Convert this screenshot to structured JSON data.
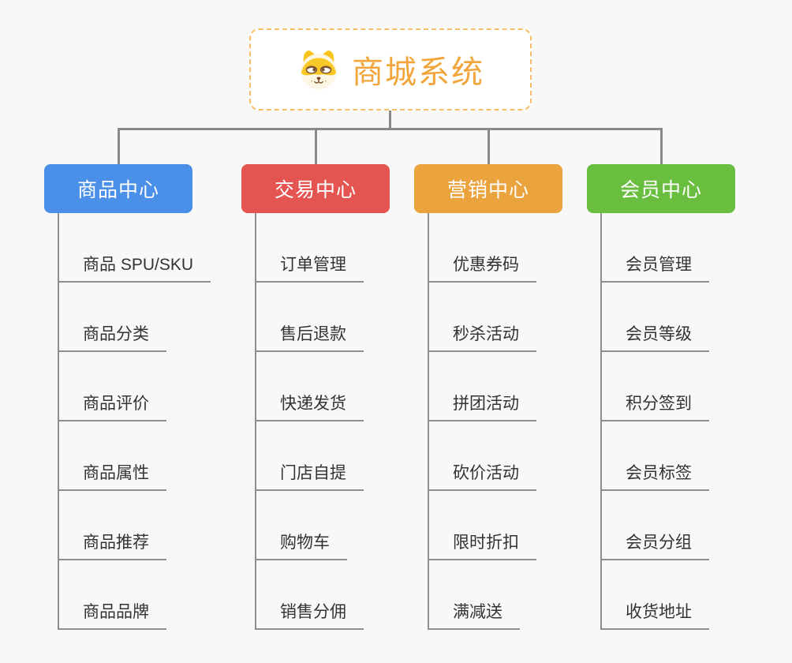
{
  "page": {
    "background_color": "#f8f8f8",
    "connector_color": "#8a8a8a"
  },
  "root": {
    "title": "商城系统",
    "icon": "shiba-dog-icon",
    "text_color": "#f2a53b",
    "border_color": "#f7bd66"
  },
  "branches": [
    {
      "label": "商品中心",
      "color": "#4a8fe8",
      "items": [
        "商品 SPU/SKU",
        "商品分类",
        "商品评价",
        "商品属性",
        "商品推荐",
        "商品品牌"
      ]
    },
    {
      "label": "交易中心",
      "color": "#e45450",
      "items": [
        "订单管理",
        "售后退款",
        "快递发货",
        "门店自提",
        "购物车",
        "销售分佣"
      ]
    },
    {
      "label": "营销中心",
      "color": "#eaa33d",
      "items": [
        "优惠券码",
        "秒杀活动",
        "拼团活动",
        "砍价活动",
        "限时折扣",
        "满减送"
      ]
    },
    {
      "label": "会员中心",
      "color": "#69be3f",
      "items": [
        "会员管理",
        "会员等级",
        "积分签到",
        "会员标签",
        "会员分组",
        "收货地址"
      ]
    }
  ]
}
